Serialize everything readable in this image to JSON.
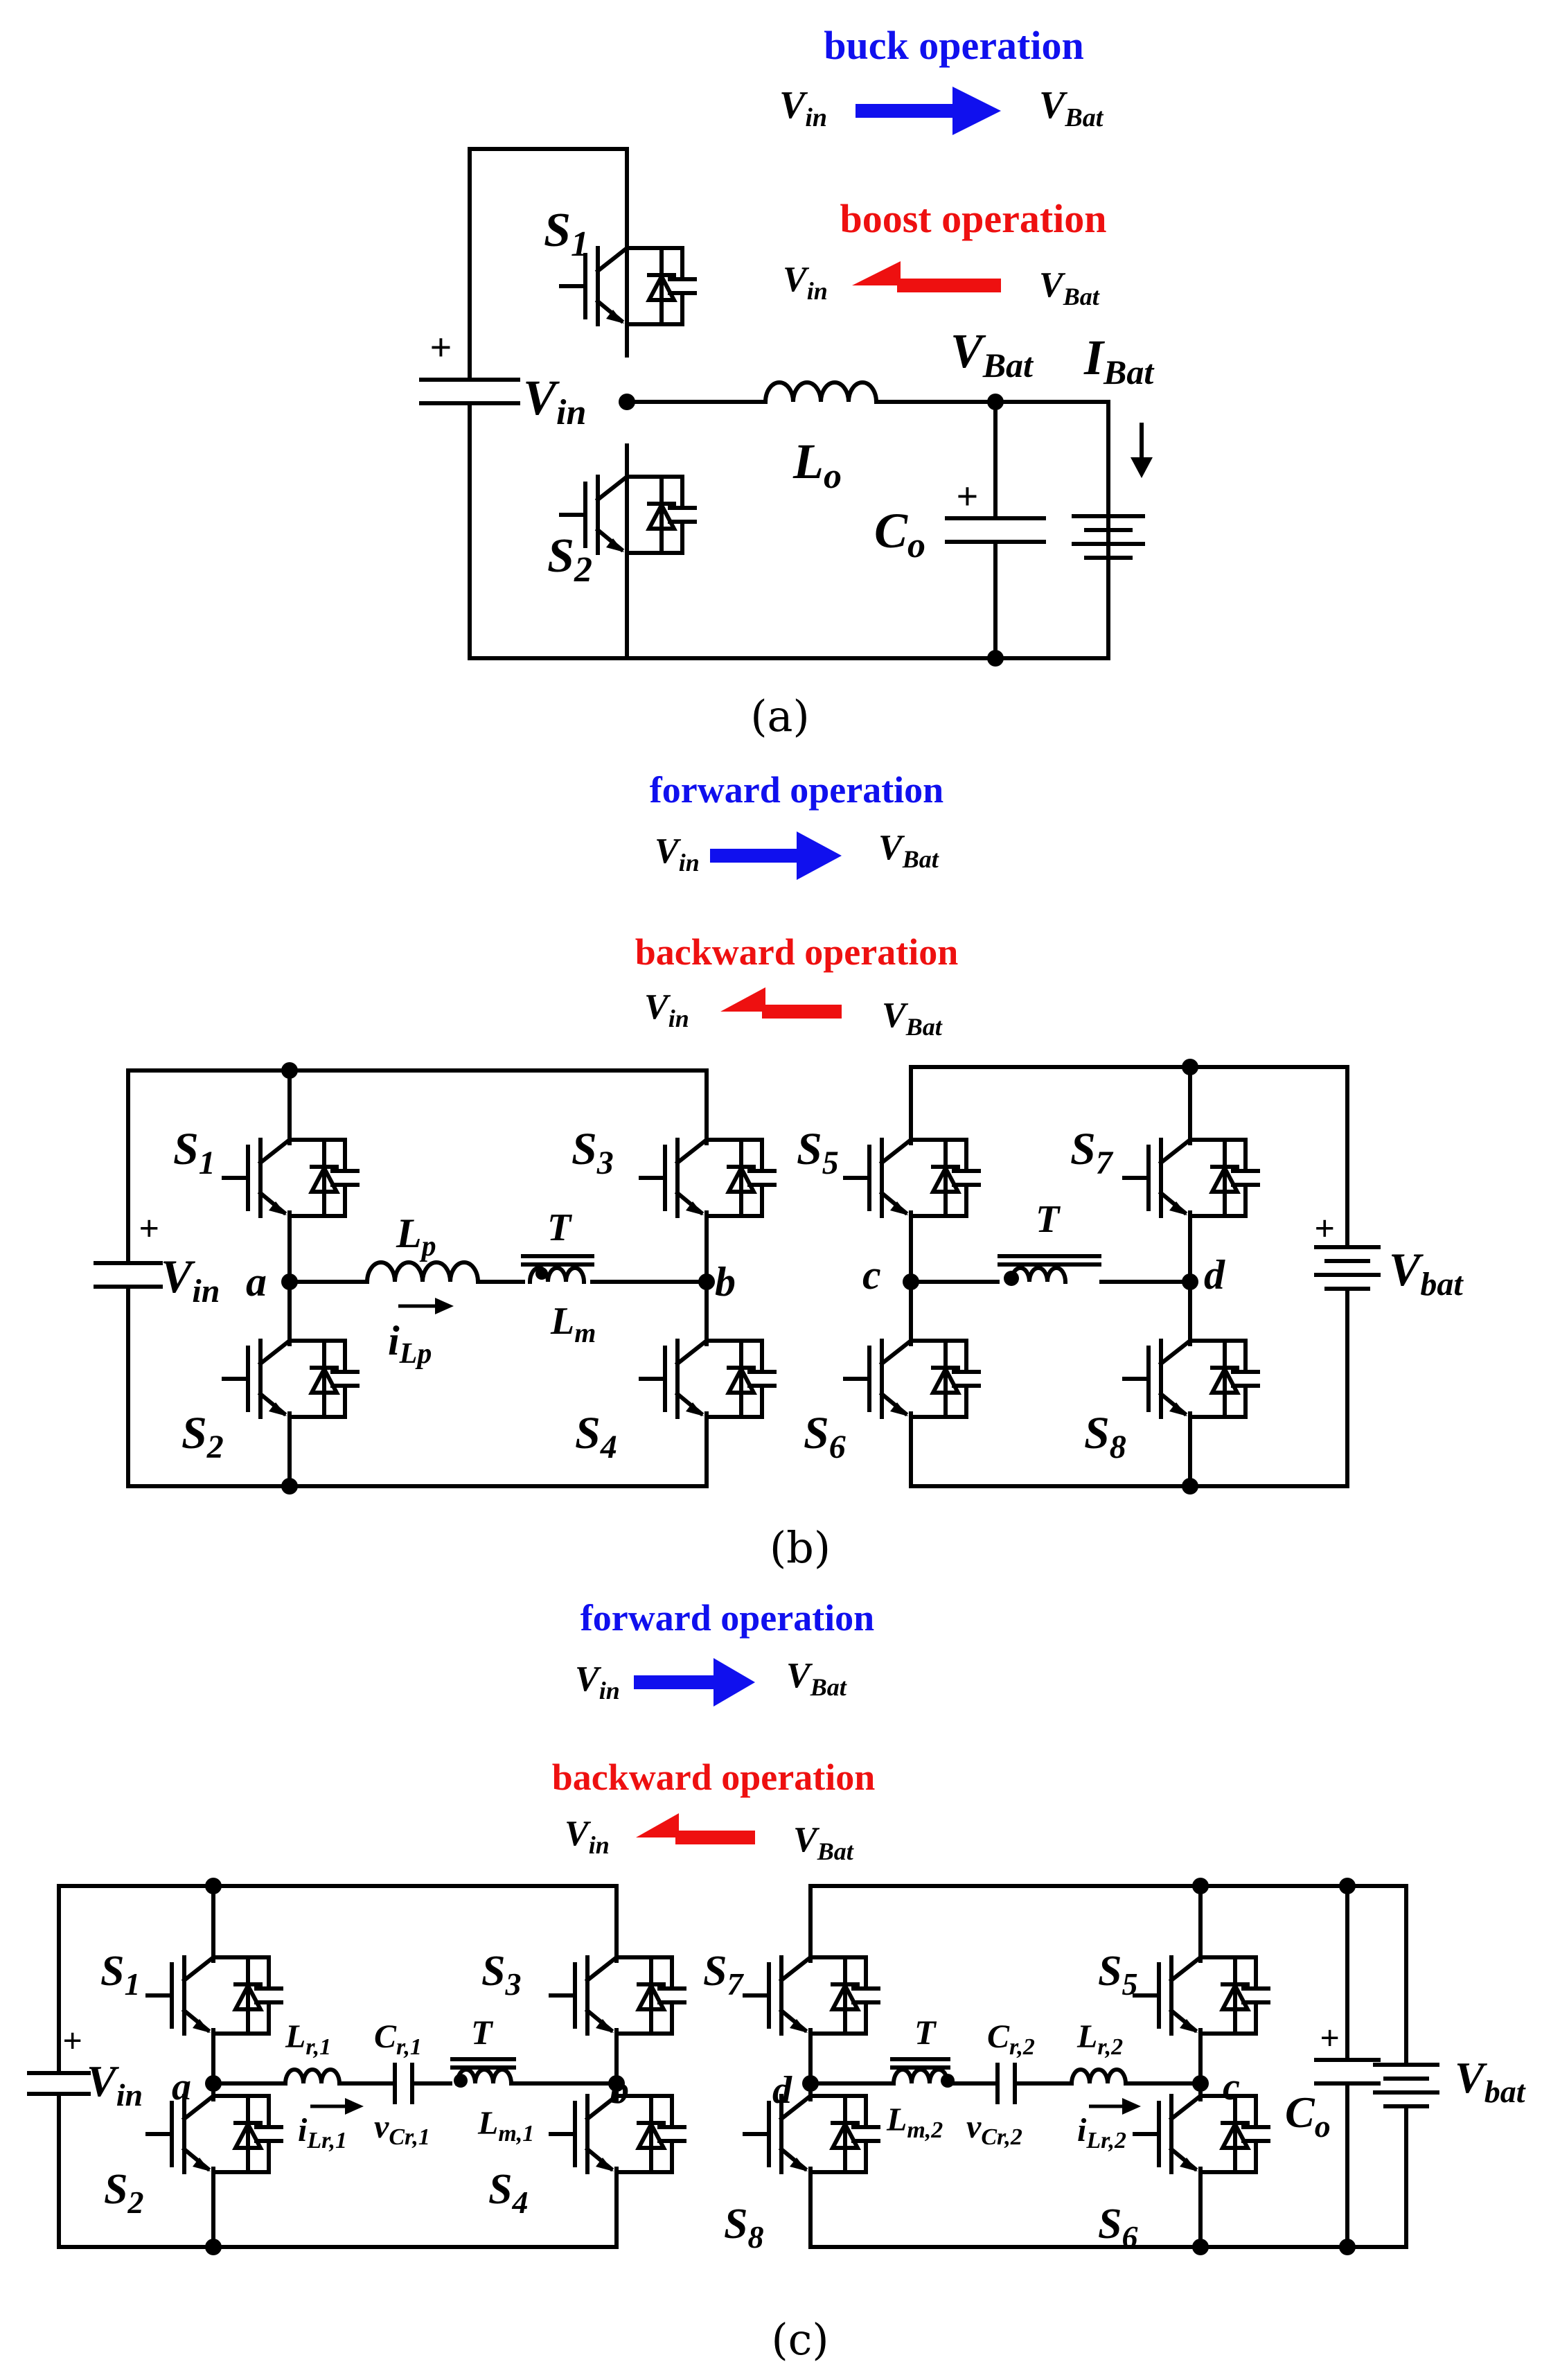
{
  "colors": {
    "forward": "#1010ee",
    "backward": "#ee1010",
    "wire": "#000000"
  },
  "panel_a": {
    "caption": "(a)",
    "legend": {
      "forward_title": "buck operation",
      "backward_title": "boost operation",
      "source_label": "V",
      "source_sub": "in",
      "target_label": "V",
      "target_sub": "Bat"
    },
    "labels": {
      "s1": "S",
      "s1_sub": "1",
      "s2": "S",
      "s2_sub": "2",
      "vin": "V",
      "vin_sub": "in",
      "lo": "L",
      "lo_sub": "o",
      "vbat": "V",
      "vbat_sub": "Bat",
      "ibat": "I",
      "ibat_sub": "Bat",
      "co": "C",
      "co_sub": "o",
      "plus": "+"
    }
  },
  "panel_b": {
    "caption": "(b)",
    "legend": {
      "forward_title": "forward operation",
      "backward_title": "backward operation",
      "source_label": "V",
      "source_sub": "in",
      "target_label": "V",
      "target_sub": "Bat"
    },
    "labels": {
      "s1": "S",
      "s1_sub": "1",
      "s2": "S",
      "s2_sub": "2",
      "s3": "S",
      "s3_sub": "3",
      "s4": "S",
      "s4_sub": "4",
      "s5": "S",
      "s5_sub": "5",
      "s6": "S",
      "s6_sub": "6",
      "s7": "S",
      "s7_sub": "7",
      "s8": "S",
      "s8_sub": "8",
      "vin": "V",
      "vin_sub": "in",
      "vbat": "V",
      "vbat_sub": "bat",
      "a": "a",
      "b": "b",
      "c": "c",
      "d": "d",
      "lp": "L",
      "lp_sub": "p",
      "ilp": "i",
      "ilp_sub": "Lp",
      "t_left": "T",
      "t_right": "T",
      "lm": "L",
      "lm_sub": "m",
      "plus": "+"
    }
  },
  "panel_c": {
    "caption": "(c)",
    "legend": {
      "forward_title": "forward operation",
      "backward_title": "backward operation",
      "source_label": "V",
      "source_sub": "in",
      "target_label": "V",
      "target_sub": "Bat"
    },
    "labels": {
      "s1": "S",
      "s1_sub": "1",
      "s2": "S",
      "s2_sub": "2",
      "s3": "S",
      "s3_sub": "3",
      "s4": "S",
      "s4_sub": "4",
      "s5": "S",
      "s5_sub": "5",
      "s6": "S",
      "s6_sub": "6",
      "s7": "S",
      "s7_sub": "7",
      "s8": "S",
      "s8_sub": "8",
      "vin": "V",
      "vin_sub": "in",
      "vbat": "V",
      "vbat_sub": "bat",
      "co": "C",
      "co_sub": "o",
      "a": "a",
      "b": "b",
      "c": "c",
      "d": "d",
      "lr1": "L",
      "lr1_sub": "r,1",
      "cr1": "C",
      "cr1_sub": "r,1",
      "t_left": "T",
      "t_right": "T",
      "ilr1": "i",
      "ilr1_sub": "Lr,1",
      "vcr1": "v",
      "vcr1_sub": "Cr,1",
      "lm1": "L",
      "lm1_sub": "m,1",
      "lm2": "L",
      "lm2_sub": "m,2",
      "vcr2": "v",
      "vcr2_sub": "Cr,2",
      "cr2": "C",
      "cr2_sub": "r,2",
      "lr2": "L",
      "lr2_sub": "r,2",
      "ilr2": "i",
      "ilr2_sub": "Lr,2",
      "plus": "+"
    }
  }
}
